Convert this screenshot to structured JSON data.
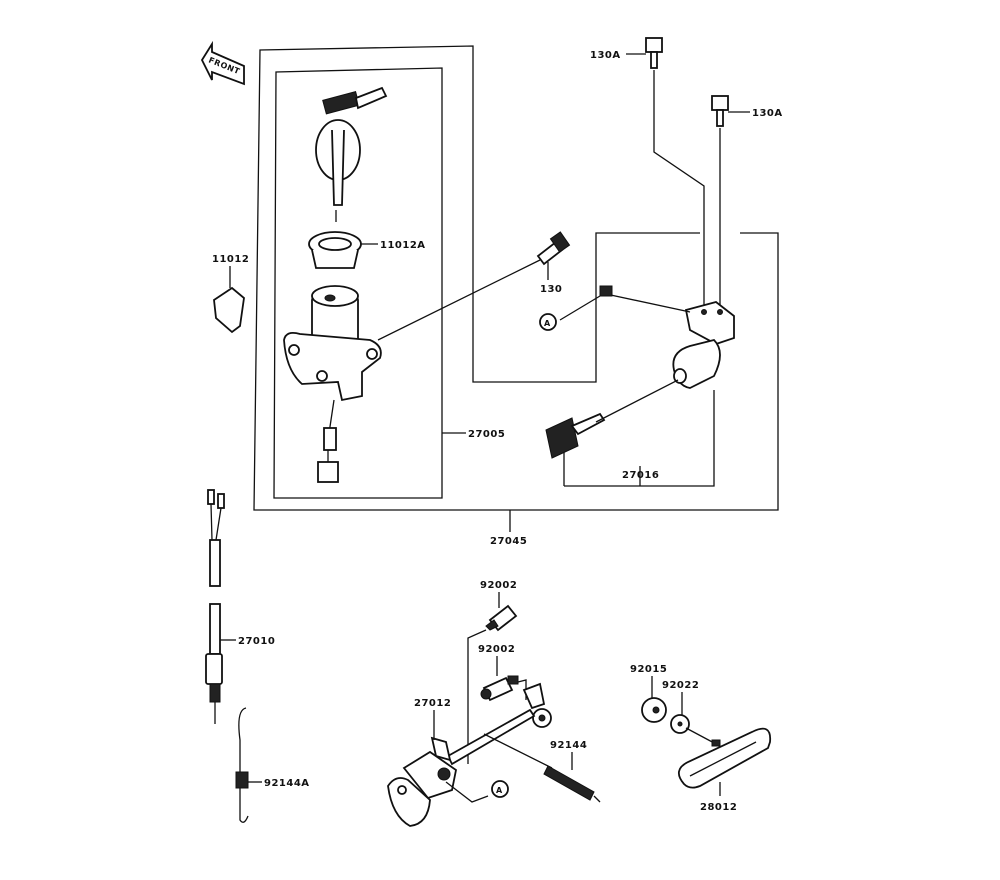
{
  "front_arrow": "FRONT",
  "labels": {
    "bolt_top_1": "130A",
    "bolt_top_2": "130A",
    "cap": "11012A",
    "cover": "11012",
    "bolt": "130",
    "ref_a_top": "A",
    "ignition_switch": "27005",
    "lock_set": "27016",
    "lock_assembly": "27045",
    "screw_1": "92002",
    "screw_2": "92002",
    "switch_cable": "27010",
    "lever": "27012",
    "spring": "92144",
    "ref_a_bottom": "A",
    "spring_small": "92144A",
    "nut": "92015",
    "washer": "92022",
    "handle": "28012"
  }
}
